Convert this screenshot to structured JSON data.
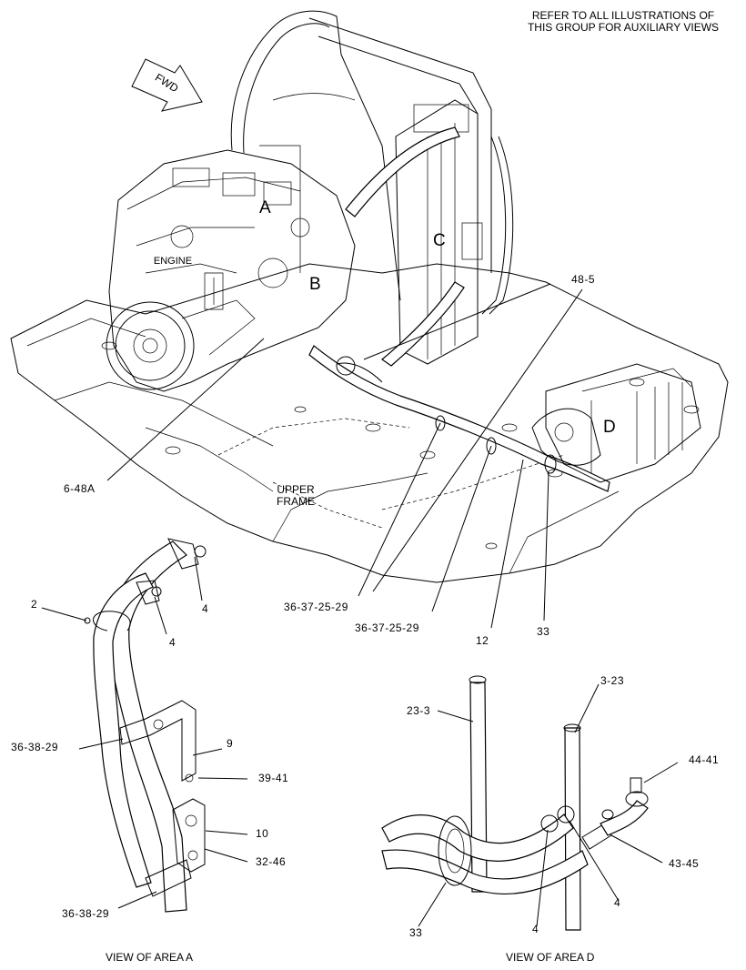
{
  "header_note": {
    "line1": "REFER TO ALL ILLUSTRATIONS OF",
    "line2": "THIS GROUP FOR AUXILIARY VIEWS"
  },
  "fwd_label": "FWD",
  "area_markers": {
    "a": "A",
    "b": "B",
    "c": "C",
    "d": "D"
  },
  "component_labels": {
    "engine": "ENGINE",
    "upper_frame_1": "UPPER",
    "upper_frame_2": "FRAME"
  },
  "callouts": {
    "c_48_5": "48-5",
    "c_6_48a": "6-48A",
    "c_36_37_25_29_a": "36-37-25-29",
    "c_36_37_25_29_b": "36-37-25-29",
    "c_12": "12",
    "c_33_main": "33",
    "c_2": "2",
    "c_4_a1": "4",
    "c_4_a2": "4",
    "c_36_38_29_a": "36-38-29",
    "c_9": "9",
    "c_39_41": "39-41",
    "c_10": "10",
    "c_32_46": "32-46",
    "c_36_38_29_b": "36-38-29",
    "c_23_3": "23-3",
    "c_3_23": "3-23",
    "c_44_41": "44-41",
    "c_43_45": "43-45",
    "c_4_d1": "4",
    "c_4_d2": "4",
    "c_33_d": "33"
  },
  "views": {
    "view_a": "VIEW OF AREA  A",
    "view_d": "VIEW OF AREA  D"
  }
}
